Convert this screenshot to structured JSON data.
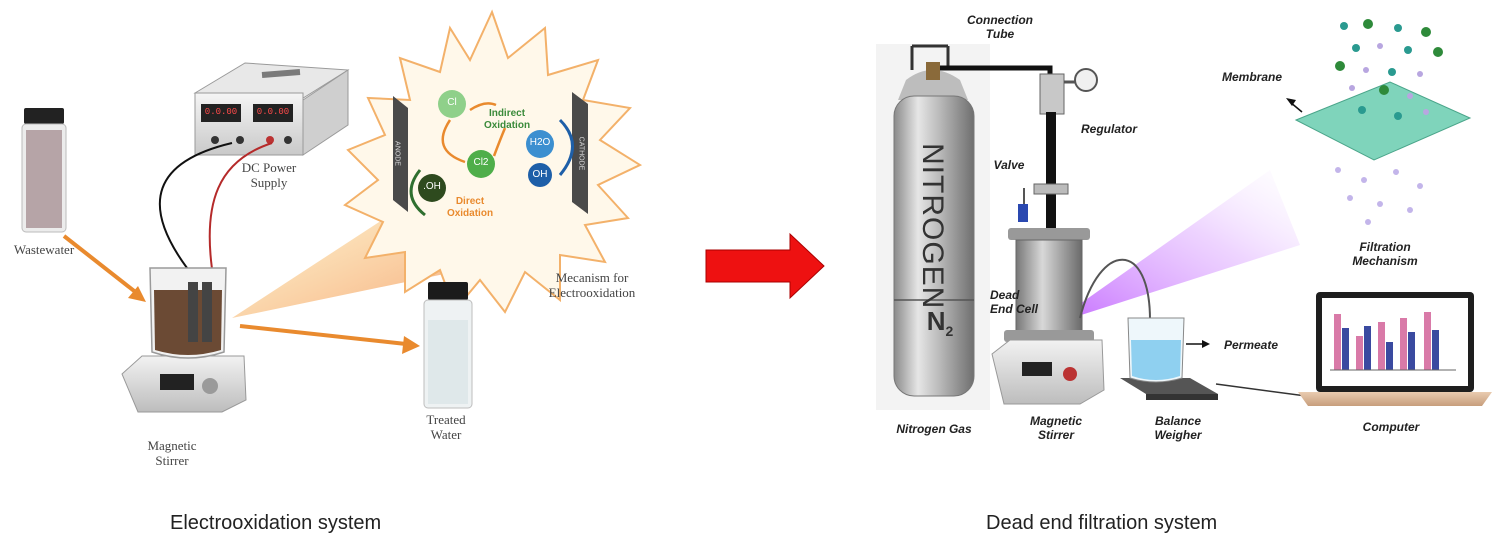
{
  "left_system": {
    "caption": "Electrooxidation system",
    "labels": {
      "wastewater": "Wastewater",
      "dc_power_line1": "DC Power",
      "dc_power_line2": "Supply",
      "magnetic_stirrer_line1": "Magnetic",
      "magnetic_stirrer_line2": "Stirrer",
      "treated_water_line1": "Treated",
      "treated_water_line2": "Water",
      "mechanism_line1": "Mecanism for",
      "mechanism_line2": "Electrooxidation"
    },
    "mechanism": {
      "anode": "ANODE",
      "cathode": "CATHODE",
      "cl_minus": "Cl",
      "cl2": "Cl2",
      "oh_radical": ".OH",
      "h2o": "H2O",
      "oh_minus": "OH",
      "indirect_line1": "Indirect",
      "indirect_line2": "Oxidation",
      "direct_line1": "Direct",
      "direct_line2": "Oxidation"
    },
    "power_display": {
      "left": "0.0.00",
      "right": "0.0.00"
    }
  },
  "right_system": {
    "caption": "Dead end filtration system",
    "labels": {
      "connection_tube_line1": "Connection",
      "connection_tube_line2": "Tube",
      "regulator": "Regulator",
      "valve": "Valve",
      "dead_end_cell_line1": "Dead",
      "dead_end_cell_line2": "End Cell",
      "nitrogen_gas": "Nitrogen Gas",
      "magnetic_stirrer_line1": "Magnetic",
      "magnetic_stirrer_line2": "Stirrer",
      "balance_line1": "Balance",
      "balance_line2": "Weigher",
      "permeate": "Permeate",
      "computer": "Computer",
      "membrane": "Membrane",
      "filtration_line1": "Filtration",
      "filtration_line2": "Mechanism"
    },
    "cylinder_text": "NITROGEN",
    "cylinder_symbol": "N",
    "cylinder_subscript": "2"
  },
  "colors": {
    "flow_arrow": "#e98a2e",
    "transition_arrow": "#ee1111",
    "starburst_fill": "#fff8ea",
    "starburst_stroke": "#f3b16a",
    "cone_left": "#f5a35a",
    "cone_right": "#b04bff",
    "membrane": "#7fd4bb",
    "wastewater": "#6b4a34",
    "treated_water": "#dfe8ea"
  },
  "icons": [
    "orange-arrow-icon",
    "red-arrow-icon",
    "beaker-icon",
    "vial-icon",
    "power-supply-icon",
    "stirrer-icon",
    "gas-cylinder-icon",
    "laptop-icon",
    "scale-icon",
    "membrane-icon"
  ]
}
